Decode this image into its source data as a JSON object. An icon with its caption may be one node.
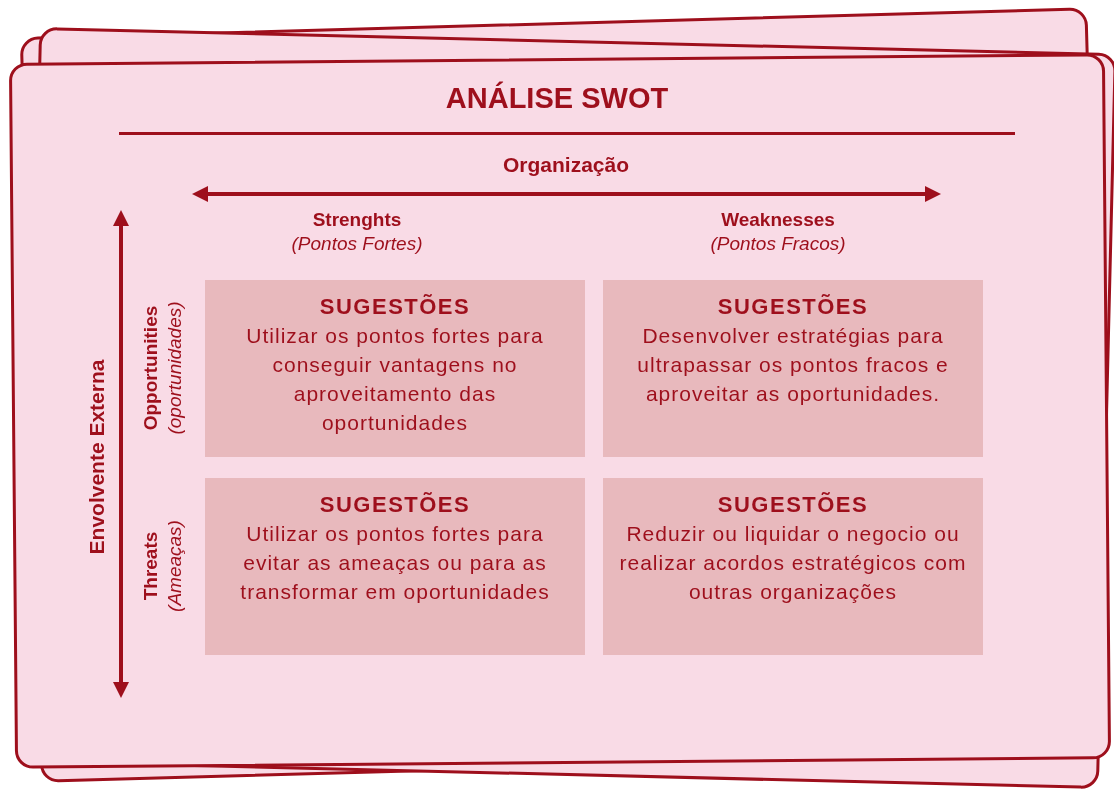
{
  "diagram": {
    "title": "ANÁLISE SWOT",
    "nodes": [
      {
        "text": [
          "SUGESTÕES",
          "Utilizar os pontos fortes para conseguir vantagens no aproveitamento das oportunidades"
        ]
      },
      {
        "text": [
          "SUGESTÕES",
          "Desenvolver estratégias para ultrapassar os pontos fracos e aproveitar as oportunidades."
        ]
      },
      {
        "text": [
          "SUGESTÕES",
          "Utilizar os pontos fortes para evitar as ameaças ou para as transformar em oportunidades"
        ]
      },
      {
        "text": [
          "SUGESTÕES",
          "Reduzir ou liquidar o negocio ou realizar acordos estratégicos com outras organizações"
        ]
      }
    ],
    "labels": [
      "Organização",
      "Strenghts",
      "(Pontos Fortes)",
      "Weaknesses",
      "(Pontos Fracos)",
      "Envolvente Externa",
      "Opportunities",
      "(oportunidades)",
      "Threats",
      "(Ameaças)"
    ]
  }
}
